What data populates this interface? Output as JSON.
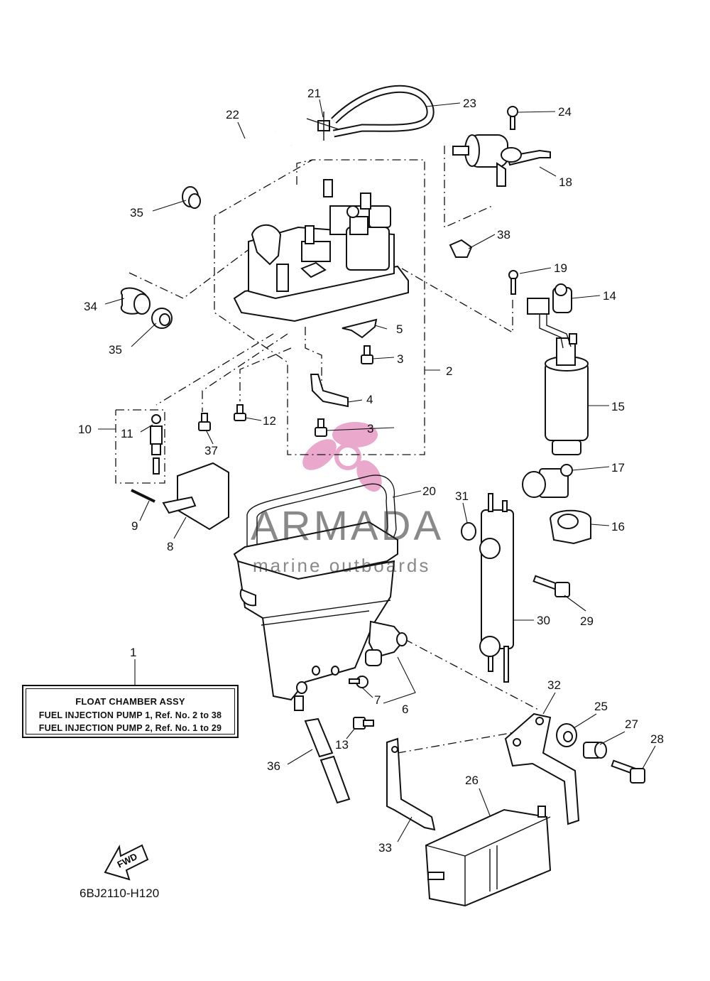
{
  "legend": {
    "ref": "1",
    "title": "FLOAT CHAMBER ASSY",
    "line1": "FUEL INJECTION PUMP 1,  Ref. No. 2 to 38",
    "line2": "FUEL INJECTION PUMP 2,  Ref. No. 1 to 29"
  },
  "diagram_code": "6BJ2110-H120",
  "fwd_label": "FWD",
  "watermark": {
    "title": "ARMADA",
    "subtitle": "marine outboards"
  },
  "colors": {
    "line": "#111111",
    "watermark_pink": "#e48bbd",
    "watermark_text": "#555555"
  },
  "callouts": [
    "21",
    "22",
    "23",
    "24",
    "18",
    "35",
    "38",
    "19",
    "14",
    "34",
    "35",
    "5",
    "3",
    "2",
    "4",
    "15",
    "10",
    "11",
    "37",
    "12",
    "3",
    "17",
    "20",
    "31",
    "16",
    "9",
    "8",
    "29",
    "30",
    "1",
    "32",
    "7",
    "6",
    "25",
    "27",
    "28",
    "13",
    "36",
    "33",
    "26"
  ]
}
